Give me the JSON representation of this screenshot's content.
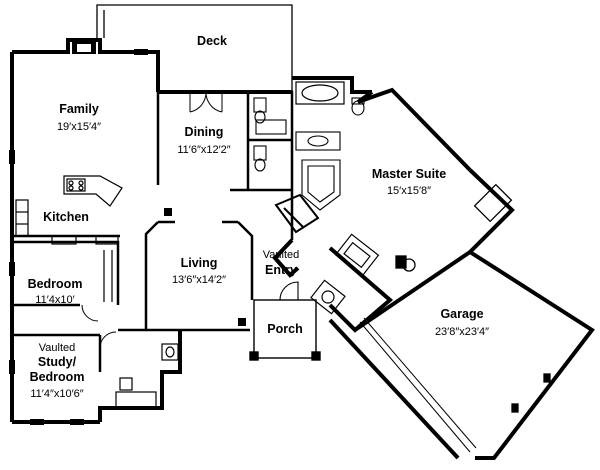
{
  "rooms": {
    "deck": {
      "name": "Deck"
    },
    "family": {
      "name": "Family",
      "dims": "19′x15′4″"
    },
    "dining": {
      "name": "Dining",
      "dims": "11′6″x12′2″"
    },
    "kitchen": {
      "name": "Kitchen"
    },
    "master": {
      "name": "Master Suite",
      "dims": "15′x15′8″"
    },
    "living": {
      "name": "Living",
      "dims": "13′6″x14′2″"
    },
    "entry": {
      "line1": "Vaulted",
      "line2": "Entry"
    },
    "bedroom": {
      "name": "Bedroom",
      "dims": "11′4x10′"
    },
    "porch": {
      "name": "Porch"
    },
    "garage": {
      "name": "Garage",
      "dims": "23′8″x23′4″"
    },
    "study": {
      "line1": "Vaulted",
      "line2": "Study/",
      "line3": "Bedroom",
      "dims": "11′4″x10′6″"
    }
  }
}
